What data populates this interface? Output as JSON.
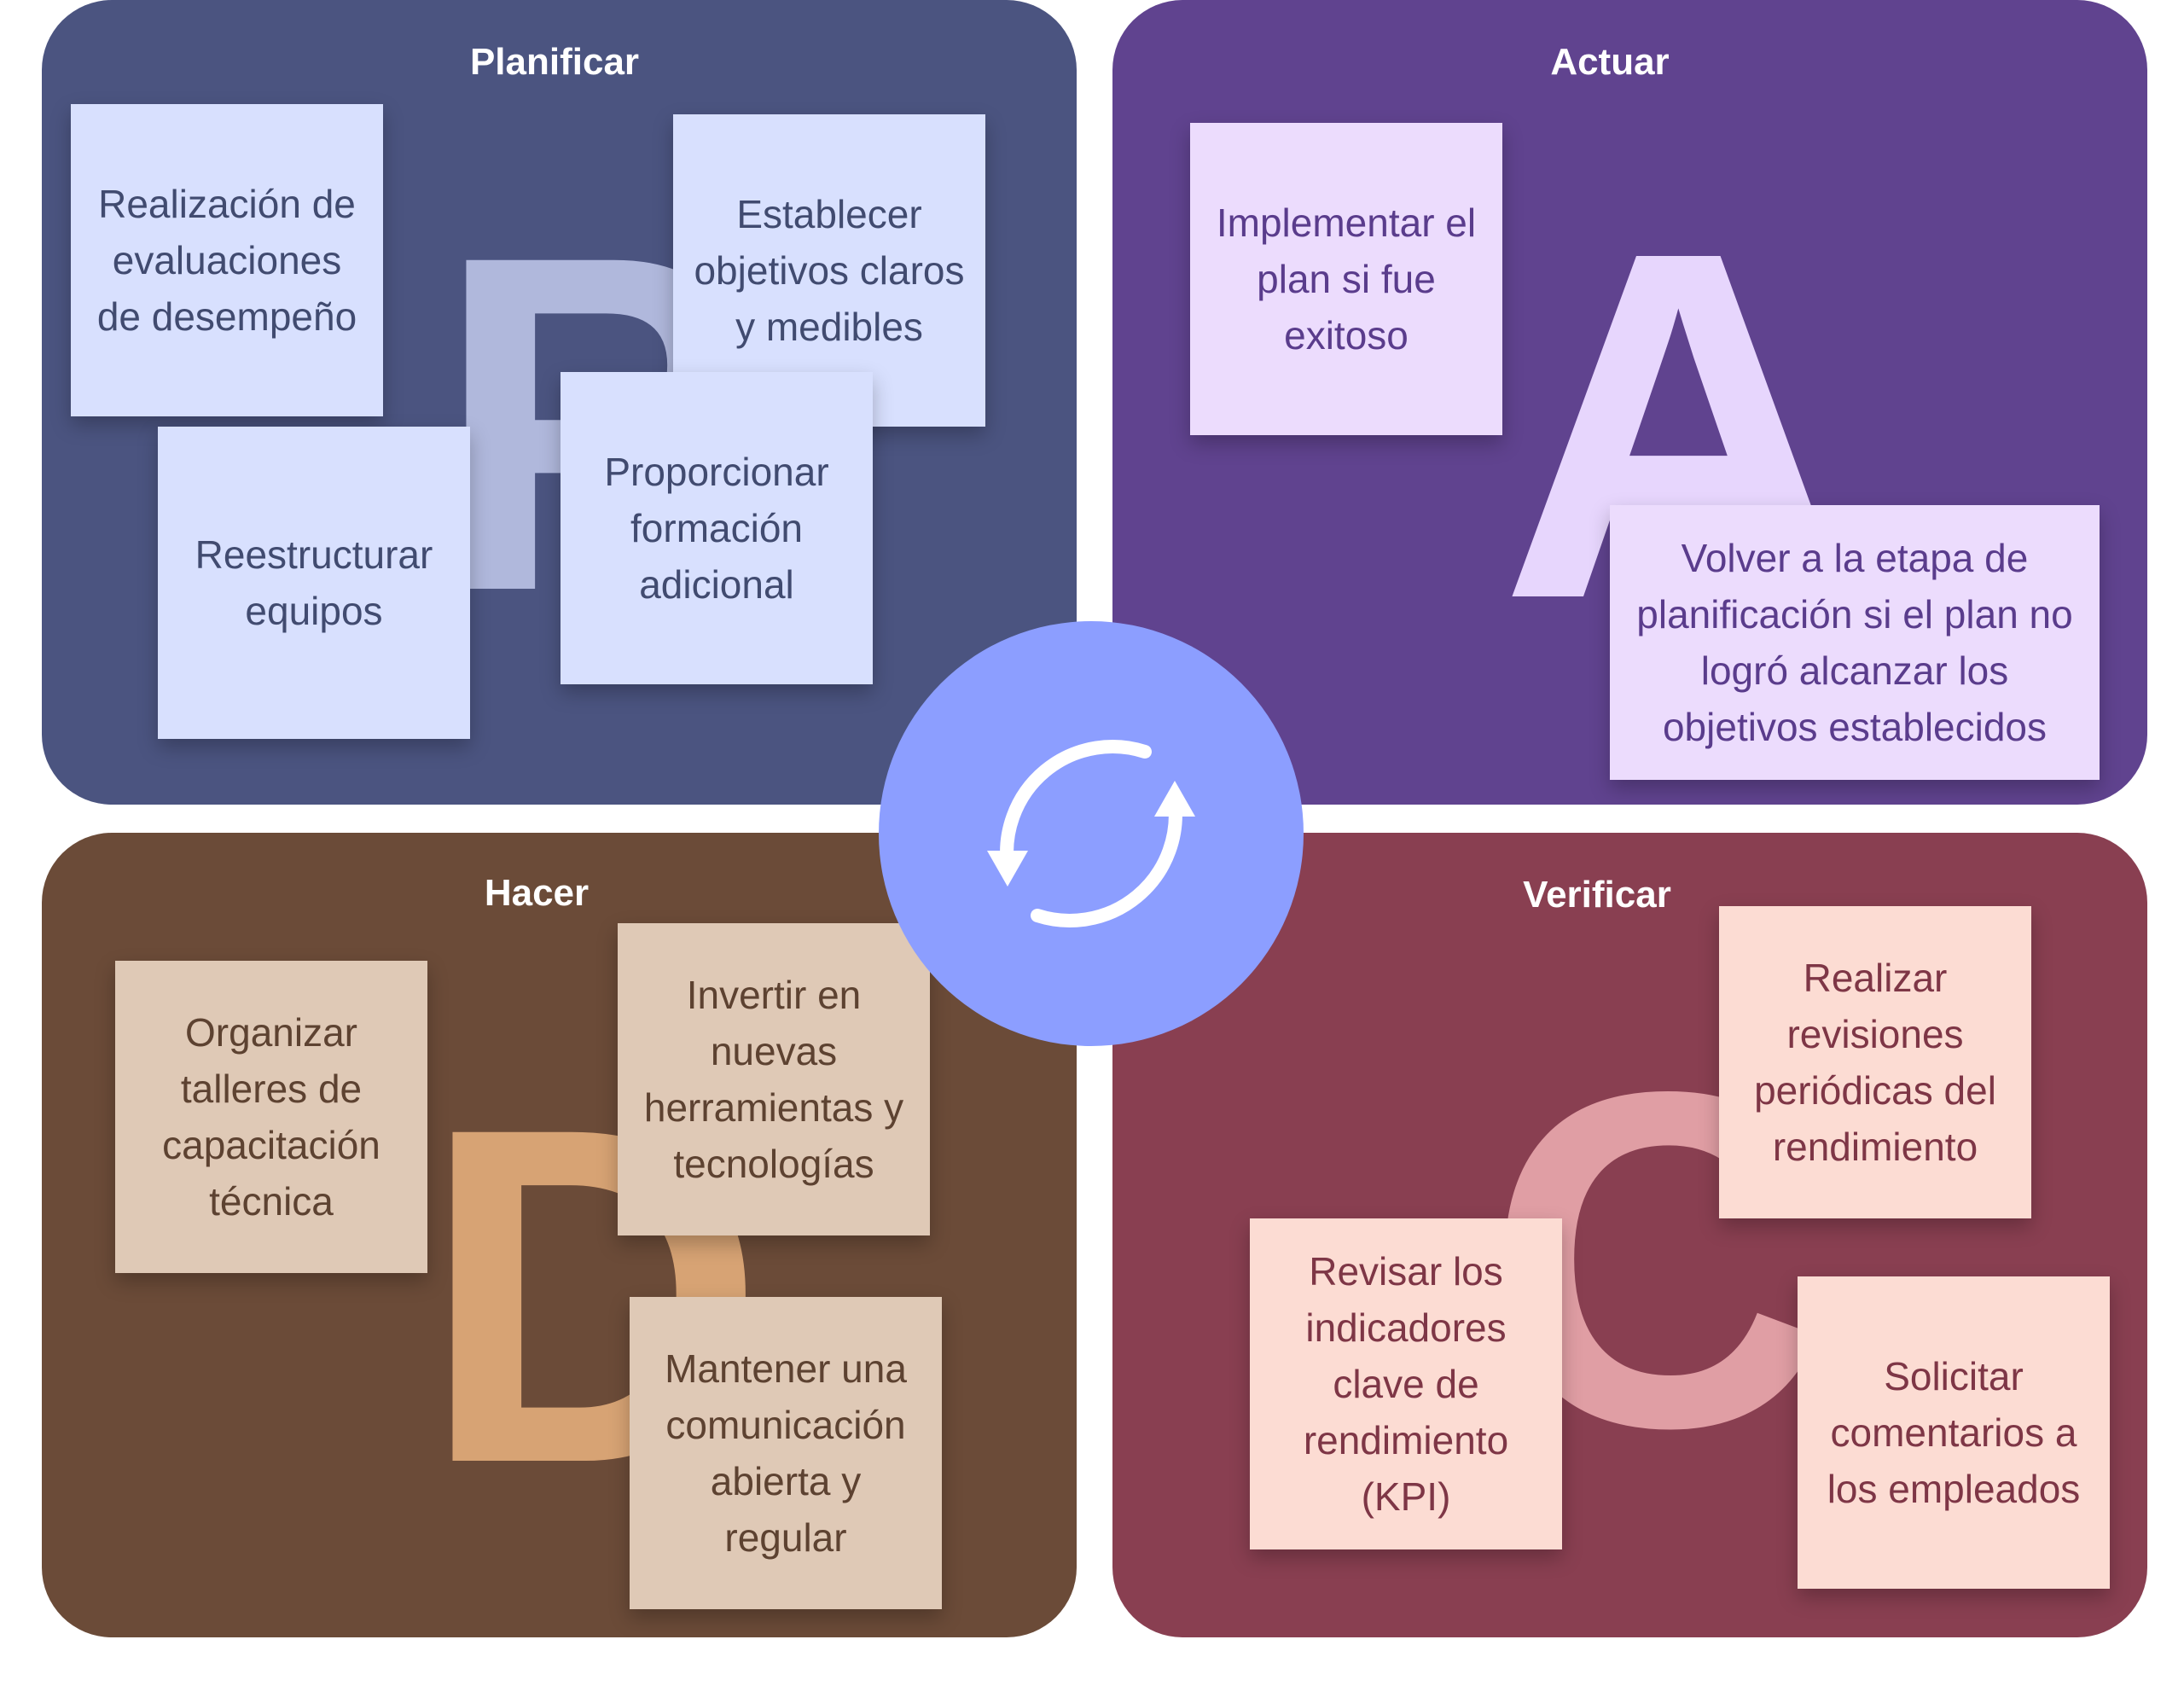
{
  "colors": {
    "plan_bg": "#4b5480",
    "plan_letter": "#b0b8dc",
    "plan_note": "#d8e0fe",
    "plan_text": "#414b70",
    "act_bg": "#60438f",
    "act_letter": "#e7d6fd",
    "act_note": "#ecdcfd",
    "act_text": "#5a3c8c",
    "do_bg": "#6b4b38",
    "do_letter": "#d7a374",
    "do_note": "#dfc9b6",
    "do_text": "#5d4231",
    "chk_bg": "#893f51",
    "chk_letter": "#e09ea4",
    "chk_note": "#fcdcd3",
    "chk_text": "#7e3646",
    "circle": "#8c9eff",
    "cycle_icon": "#ffffff"
  },
  "cycle": {
    "icon": "refresh-cycle-icon"
  },
  "quadrants": {
    "plan": {
      "title": "Planificar",
      "letter": "P",
      "notes": [
        "Realización de evaluaciones de desempeño",
        "Establecer objetivos claros y medibles",
        "Reestructurar equipos",
        "Proporcionar formación adicional"
      ]
    },
    "act": {
      "title": "Actuar",
      "letter": "A",
      "notes": [
        "Implementar el plan si fue exitoso",
        "Volver a la etapa de planificación si el plan no logró alcanzar los objetivos establecidos"
      ]
    },
    "do": {
      "title": "Hacer",
      "letter": "D",
      "notes": [
        "Organizar talleres de capacitación técnica",
        "Invertir en nuevas herramientas y tecnologías",
        "Mantener una comunicación abierta y regular"
      ]
    },
    "check": {
      "title": "Verificar",
      "letter": "C",
      "notes": [
        "Realizar revisiones periódicas del rendimiento",
        "Revisar los indicadores clave de rendimiento (KPI)",
        "Solicitar comentarios a los empleados"
      ]
    }
  }
}
